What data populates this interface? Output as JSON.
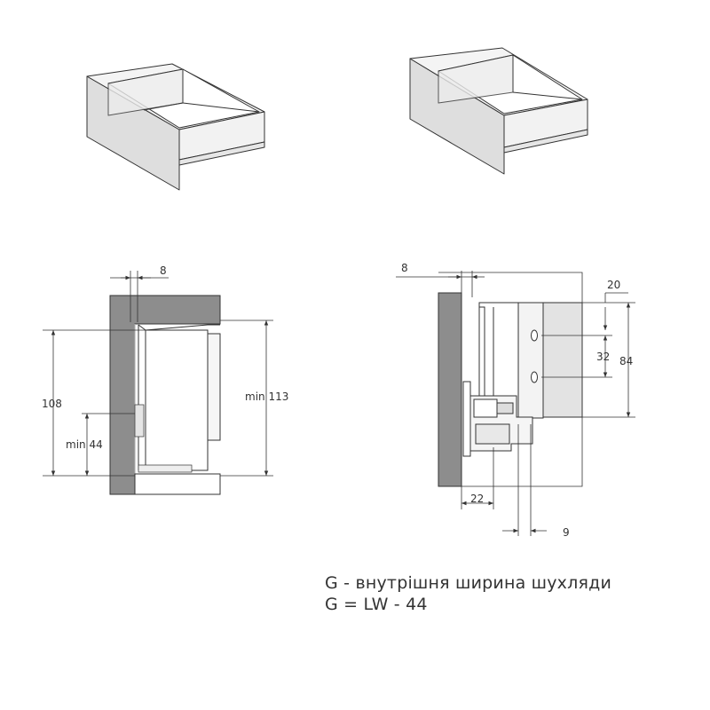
{
  "left_section": {
    "dim_top": "8",
    "dim_height": "108",
    "dim_min_bottom": "min 44",
    "dim_min_right": "min 113"
  },
  "right_section": {
    "dim_top_left": "8",
    "dim_top_right": "20",
    "dim_hole_spacing": "32",
    "dim_total_height": "84",
    "dim_bottom_left": "22",
    "dim_bottom_right": "9"
  },
  "caption": {
    "line1": "G - внутрішня ширина шухляди",
    "line2": "G = LW - 44"
  },
  "colors": {
    "line": "#333333",
    "wall": "#8d8d8d",
    "panel_light": "#e3e3e3",
    "drawer_front": "#dedede",
    "drawer_inner": "#f4f4f4"
  }
}
